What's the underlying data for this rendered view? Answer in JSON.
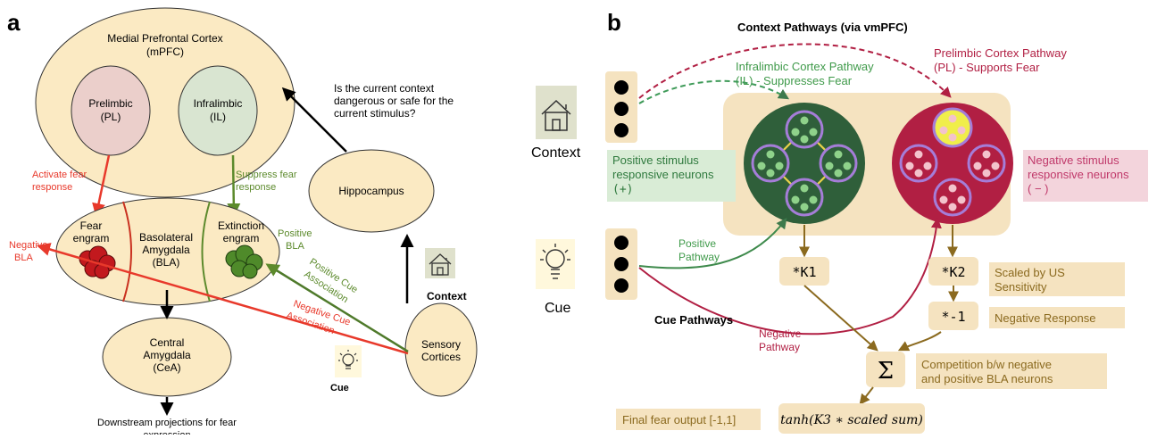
{
  "panel_a": {
    "letter": "a",
    "mpfc": {
      "line1": "Medial Prefrontal Cortex",
      "line2": "(mPFC)"
    },
    "prelimbic": {
      "line1": "Prelimbic",
      "line2": "(PL)"
    },
    "infralimbic": {
      "line1": "Infralimbic",
      "line2": "(IL)"
    },
    "hippocampus": "Hippocampus",
    "hippo_question": [
      "Is the current context",
      "dangerous or safe for the",
      "current stimulus?"
    ],
    "activate_fear": [
      "Activate fear",
      "response"
    ],
    "suppress_fear": [
      "Suppress fear",
      "response"
    ],
    "fear_engram": [
      "Fear",
      "engram"
    ],
    "bla": [
      "Basolateral",
      "Amygdala",
      "(BLA)"
    ],
    "extinction_engram": [
      "Extinction",
      "engram"
    ],
    "negative_bla": [
      "Negative",
      "BLA"
    ],
    "positive_bla": [
      "Positive",
      "BLA"
    ],
    "positive_cue_assoc": [
      "Positive Cue",
      "Association"
    ],
    "negative_cue_assoc": [
      "Negative Cue",
      "Association"
    ],
    "cea": [
      "Central",
      "Amygdala",
      "(CeA)"
    ],
    "sensory": [
      "Sensory",
      "Cortices"
    ],
    "context_label": "Context",
    "cue_label": "Cue",
    "downstream": [
      "Downstream projections for fear",
      "expression"
    ]
  },
  "panel_b": {
    "letter": "b",
    "title": "Context Pathways (via vmPFC)",
    "il_pathway": [
      "Infralimbic Cortex Pathway",
      "(IL)  - Suppresses Fear"
    ],
    "pl_pathway": [
      "Prelimbic Cortex Pathway",
      "(PL)  - Supports Fear"
    ],
    "context_label": "Context",
    "cue_label": "Cue",
    "positive_neurons": [
      "Positive stimulus",
      "responsive neurons",
      "(+)"
    ],
    "negative_neurons": [
      "Negative stimulus",
      "responsive neurons",
      "( − )"
    ],
    "positive_pathway": [
      "Positive",
      "Pathway"
    ],
    "negative_pathway": [
      "Negative",
      "Pathway"
    ],
    "cue_pathways": "Cue Pathways",
    "k1": "*K1",
    "k2": "*K2",
    "neg1": "*-1",
    "scaled_by": [
      "Scaled by US",
      "Sensitivity"
    ],
    "negative_response": "Negative Response",
    "sigma": "Σ",
    "competition": [
      "Competition b/w negative",
      "and positive BLA neurons"
    ],
    "final_output": "Final fear output [-1,1]",
    "tanh_expr": "tanh(K3 ∗ scaled sum)"
  },
  "colors": {
    "cream": "#fbeac3",
    "tan_box": "#f5e3c0",
    "red": "#e8392b",
    "green": "#5c8a2c",
    "dark_green": "#2f5f3a",
    "crimson": "#b11f43",
    "brown": "#8b6a1f",
    "purple": "#a57dd8"
  }
}
